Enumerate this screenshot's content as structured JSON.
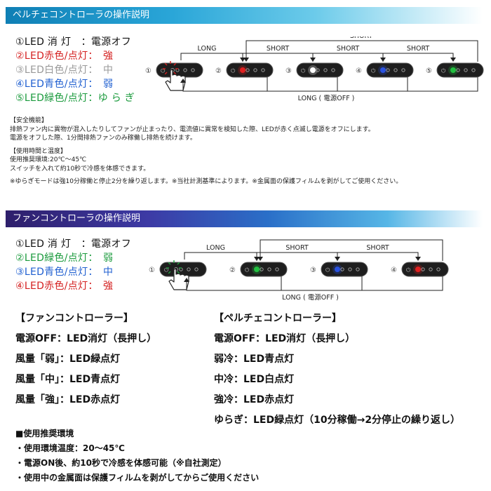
{
  "peltier": {
    "header": "ペルチェコントローラの操作説明",
    "modes": [
      {
        "text": "①LED 消 灯　：電源オフ",
        "color": "#111111"
      },
      {
        "text": "②LED赤色/点灯：　強",
        "color": "#d42020"
      },
      {
        "text": "③LED白色/点灯：　中",
        "color": "#999999"
      },
      {
        "text": "④LED青色/点灯：　弱",
        "color": "#1f5fd0"
      },
      {
        "text": "⑤LED緑色/点灯：ゆ ら ぎ",
        "color": "#1a9a3c"
      }
    ],
    "diagram": {
      "short_label": "SHORT",
      "long_label": "LONG",
      "long_off_label": "LONG ( 電源OFF )",
      "devices": [
        {
          "num": "①",
          "led": "#d42020",
          "led_on": false
        },
        {
          "num": "②",
          "led": "#e02020",
          "led_on": true
        },
        {
          "num": "③",
          "led": "#ffffff",
          "led_on": true
        },
        {
          "num": "④",
          "led": "#2a52e0",
          "led_on": true
        },
        {
          "num": "⑤",
          "led": "#22c040",
          "led_on": true
        }
      ]
    },
    "notes": [
      "【安全機能】",
      "排熱ファン内に異物が混入したりしてファンが止まったり、電流値に異常を検知した際、LEDが赤く点滅し電源をオフにします。",
      "電源をオフした際、1分間排熱ファンのみ稼働し排熱を続けます。",
      "",
      "【使用時間と温度】",
      "使用推奨環境:20℃～45℃",
      "スイッチを入れて約10秒で冷感を体感できます。",
      "",
      "※ゆらぎモードは強10分稼働と停止2分を繰り返します。※当社計測基準によります。※金属面の保護フィルムを剥がしてご使用ください。"
    ]
  },
  "fan": {
    "header": "ファンコントローラの操作説明",
    "modes": [
      {
        "text": "①LED 消 灯　：電源オフ",
        "color": "#111111"
      },
      {
        "text": "②LED緑色/点灯：　弱",
        "color": "#1a9a3c"
      },
      {
        "text": "③LED青色/点灯：　中",
        "color": "#1f5fd0"
      },
      {
        "text": "④LED赤色/点灯：　強",
        "color": "#d42020"
      }
    ],
    "diagram": {
      "short_label": "SHORT",
      "long_label": "LONG",
      "long_off_label": "LONG ( 電源OFF )",
      "devices": [
        {
          "num": "①",
          "led": "#22c040",
          "led_on": false
        },
        {
          "num": "②",
          "led": "#22c040",
          "led_on": true
        },
        {
          "num": "③",
          "led": "#2a52e0",
          "led_on": true
        },
        {
          "num": "④",
          "led": "#e02020",
          "led_on": true
        }
      ]
    }
  },
  "comparison": {
    "fan": {
      "title": "【ファンコントローラー】",
      "rows": [
        "電源OFF：LED消灯（長押し）",
        "風量「弱」：LED緑点灯",
        "風量「中」：LED青点灯",
        "風量「強」：LED赤点灯"
      ]
    },
    "peltier": {
      "title": "【ペルチェコントローラー】",
      "rows": [
        "電源OFF：LED消灯（長押し）",
        "弱冷：LED青点灯",
        "中冷：LED白点灯",
        "強冷：LED赤点灯",
        "ゆらぎ：LED緑点灯（10分稼働→2分停止の繰り返し）"
      ]
    }
  },
  "environment": {
    "title": "■使用推奨環境",
    "items": [
      "・使用環境温度：20～45℃",
      "・電源ON後、約10秒で冷感を体感可能（※自社測定）",
      "・使用中の金属面は保護フィルムを剥がしてからご使用ください"
    ]
  }
}
